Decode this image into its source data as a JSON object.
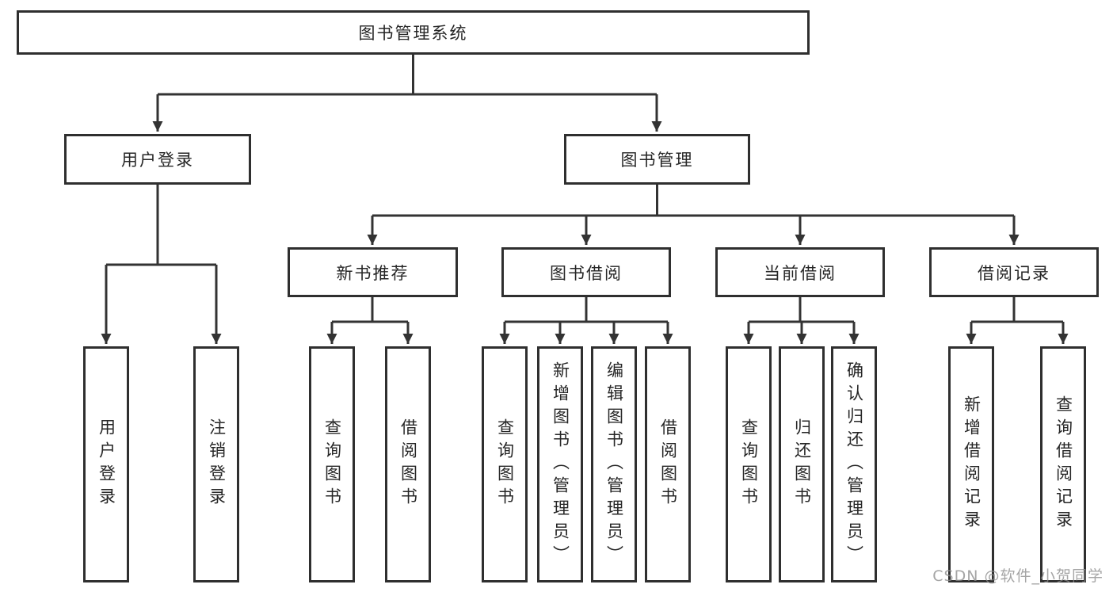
{
  "diagram": {
    "root": "图书管理系统",
    "level2": {
      "user_login": "用户登录",
      "book_mgmt": "图书管理"
    },
    "level3": {
      "new_books": "新书推荐",
      "borrow": "图书借阅",
      "current": "当前借阅",
      "records": "借阅记录"
    },
    "leaves": {
      "user_login": [
        "用户登录",
        "注销登录"
      ],
      "new_books": [
        "查询图书",
        "借阅图书"
      ],
      "borrow": [
        "查询图书",
        "新增图书（管理员）",
        "编辑图书（管理员）",
        "借阅图书"
      ],
      "current": [
        "查询图书",
        "归还图书",
        "确认归还（管理员）"
      ],
      "records": [
        "新增借阅记录",
        "查询借阅记录"
      ]
    }
  },
  "watermark": "CSDN @软件_小贺同学",
  "colors": {
    "line": "#333333",
    "box_border": "#2f2f2f",
    "text": "#262626",
    "watermark": "#8c8c8c",
    "background": "#ffffff"
  }
}
